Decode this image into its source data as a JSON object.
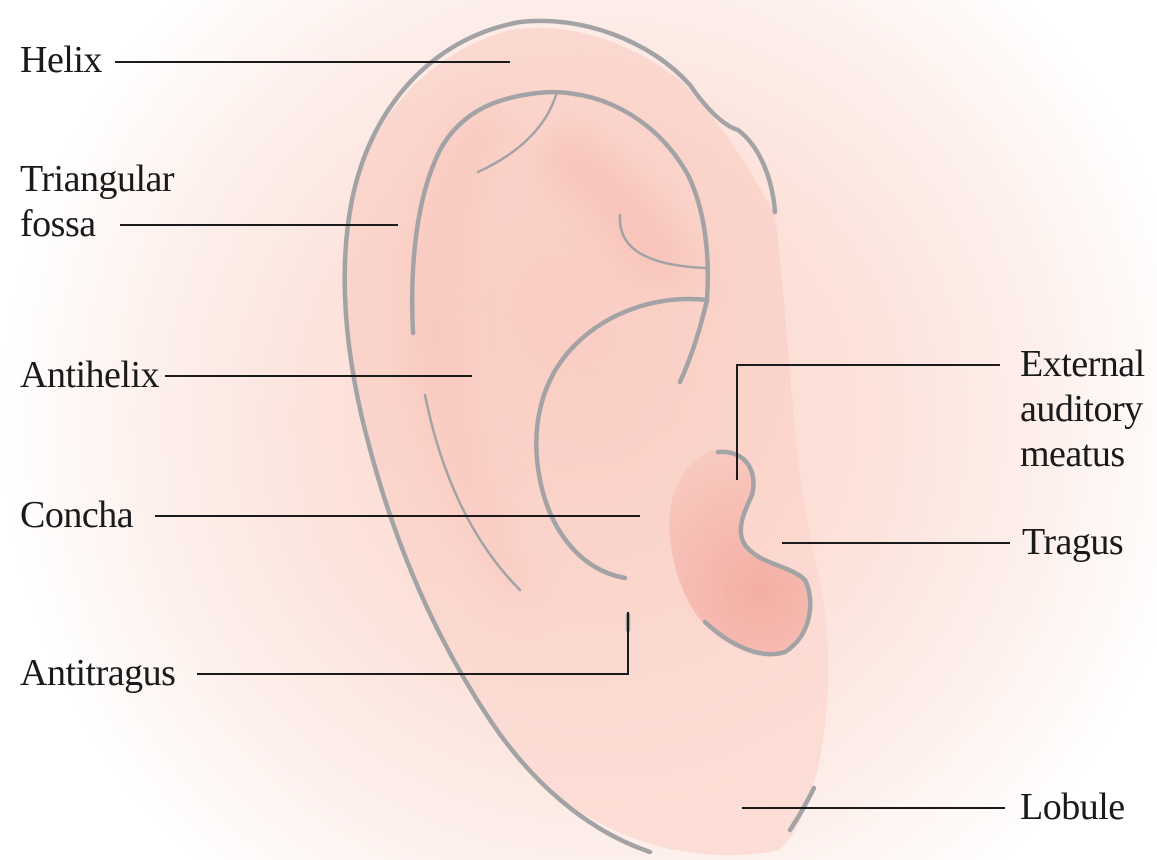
{
  "diagram": {
    "labels": {
      "helix": "Helix",
      "triangular_fossa_line1": "Triangular",
      "triangular_fossa_line2": "fossa",
      "antihelix": "Antihelix",
      "concha": "Concha",
      "antitragus": "Antitragus",
      "external_meatus_line1": "External",
      "external_meatus_line2": "auditory",
      "external_meatus_line3": "meatus",
      "tragus": "Tragus",
      "lobule": "Lobule"
    },
    "colors": {
      "skin_halo": "#fbd9d0",
      "ear_fill": "#f8c4ba",
      "outline": "#a3a3a6",
      "leader_line": "#1a1a1a",
      "text": "#1a1a1a"
    }
  }
}
